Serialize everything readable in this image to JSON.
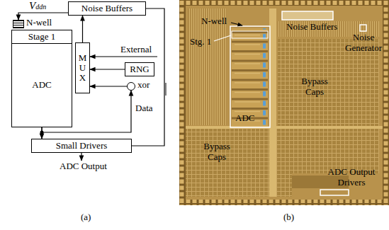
{
  "diagram": {
    "nodes": [
      {
        "text": [
          "Noise Buffers"
        ]
      },
      {
        "text": [
          "N-well"
        ]
      },
      {
        "text": [
          "Stage 1"
        ]
      },
      {
        "text": [
          "ADC"
        ]
      },
      {
        "text": [
          "MUX"
        ]
      },
      {
        "text": [
          "RNG"
        ]
      },
      {
        "text": [
          "xor"
        ]
      },
      {
        "text": [
          "Small Drivers"
        ]
      }
    ],
    "edges": [
      {
        "from": 0,
        "to": 1,
        "label": "Vddn",
        "arrow": "to"
      },
      {
        "from": 3,
        "to": 7,
        "arrow": "to"
      },
      {
        "from": 3,
        "to": 6,
        "label": "Data",
        "arrow": "to"
      },
      {
        "from": 5,
        "to": 4,
        "arrow": "to"
      },
      {
        "from": 6,
        "to": 4,
        "arrow": "to"
      },
      {
        "from": 4,
        "to": 0,
        "arrow": "to"
      },
      {
        "from": 0,
        "to": 7,
        "arrow": "none"
      }
    ],
    "labels": [
      "External",
      "ADC Output",
      "(a)",
      "N-well",
      "Stg. 1",
      "Noise Buffers",
      "Noise Generator",
      "ADC",
      "Bypass Caps",
      "Bypass Caps",
      "ADC Output Drivers",
      "(b)"
    ]
  }
}
